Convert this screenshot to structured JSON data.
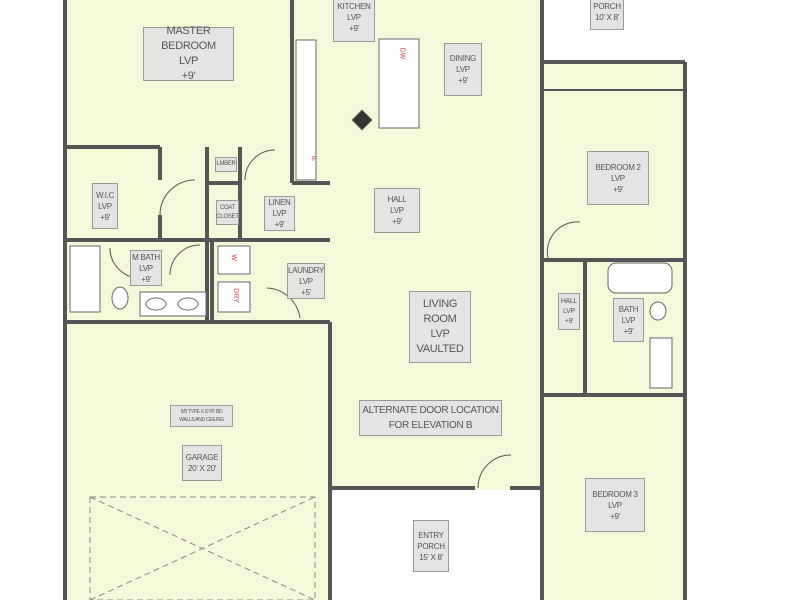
{
  "colors": {
    "floor": "#f6f9d9",
    "wall": "#555555",
    "label_bg": "#e4e4e2",
    "appliance_text": "#dd4444"
  },
  "rooms": {
    "master_bedroom": [
      "MASTER BEDROOM",
      "LVP",
      "+9'"
    ],
    "kitchen": [
      "KITCHEN",
      "LVP",
      "+9'"
    ],
    "dining": [
      "DINING",
      "LVP",
      "+9'"
    ],
    "porch_rear": [
      "PORCH",
      "10' X 8'"
    ],
    "bedroom2": [
      "BEDROOM 2",
      "LVP",
      "+9'"
    ],
    "wic": [
      "W.I.C",
      "LVP",
      "+9'"
    ],
    "pantry": [
      "LMBER"
    ],
    "coat": [
      "COAT",
      "CLOSET"
    ],
    "linen": [
      "LINEN",
      "LVP",
      "+9'"
    ],
    "hall": [
      "HALL",
      "LVP",
      "+9'"
    ],
    "m_bath": [
      "M BATH",
      "LVP",
      "+9'"
    ],
    "laundry": [
      "LAUNDRY",
      "LVP",
      "+5'"
    ],
    "living_room": [
      "LIVING",
      "ROOM",
      "LVP",
      "VAULTED"
    ],
    "alternate_door": [
      "ALTERNATE DOOR LOCATION",
      "FOR ELEVATION B"
    ],
    "garage_note": [
      "5/8 TYPE X GYP. BD",
      "WALLS AND CEILING"
    ],
    "garage": [
      "GARAGE",
      "20' X 20'"
    ],
    "entry_porch": [
      "ENTRY",
      "PORCH",
      "15' X 8'"
    ],
    "hall2": [
      "HALL",
      "LVP",
      "+9'"
    ],
    "bath": [
      "BATH",
      "LVP",
      "+9'"
    ],
    "bedroom3": [
      "BEDROOM 3",
      "LVP",
      "+9'"
    ]
  },
  "appliances": {
    "dishwasher": "DW",
    "washer": "W",
    "dryer": "DRY",
    "fridge": "F"
  }
}
